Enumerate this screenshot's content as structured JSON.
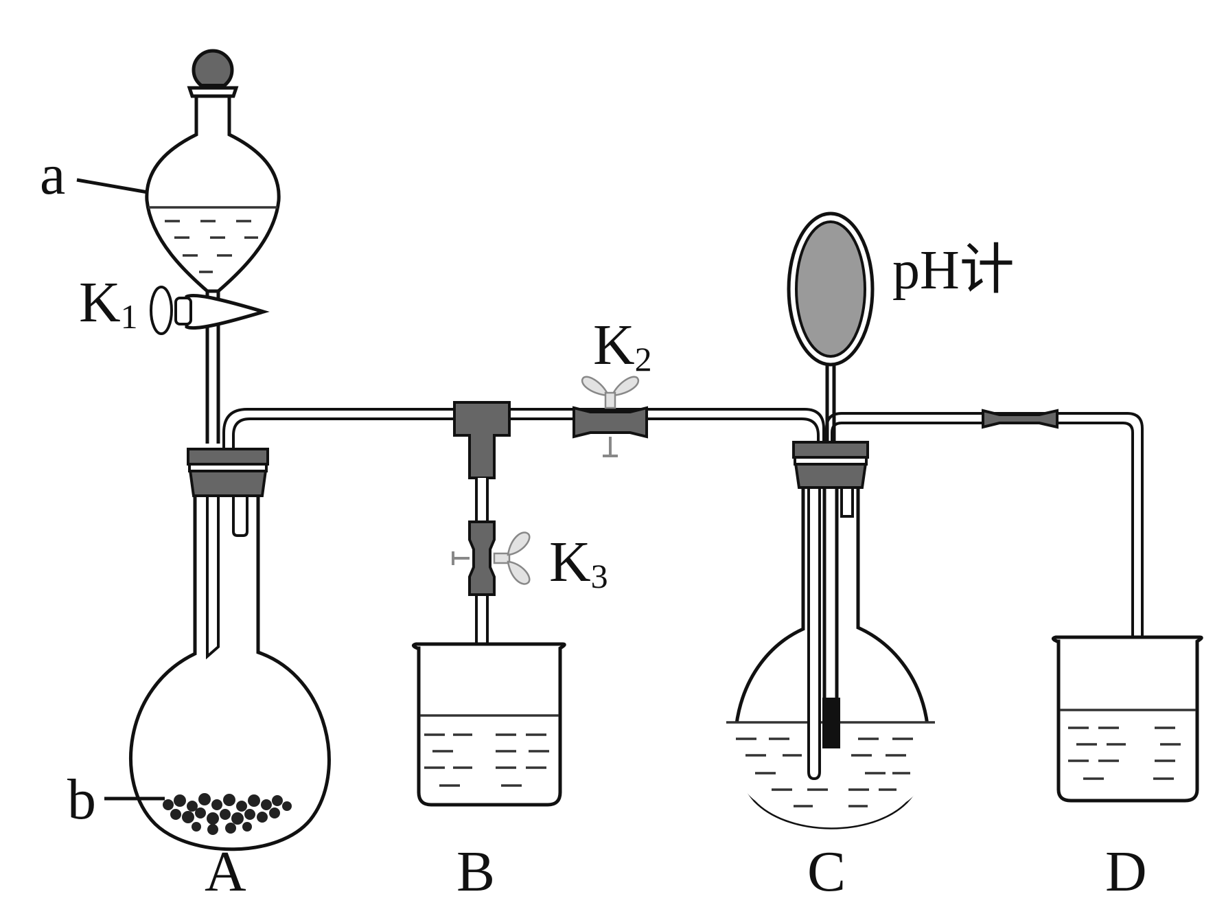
{
  "labels": {
    "a": "a",
    "b": "b",
    "K1": {
      "main": "K",
      "sub": "1"
    },
    "K2": {
      "main": "K",
      "sub": "2"
    },
    "K3": {
      "main": "K",
      "sub": "3"
    },
    "ph_meter": "pH计",
    "A": "A",
    "B": "B",
    "C": "C",
    "D": "D"
  },
  "colors": {
    "outline": "#111111",
    "rubber": "#666666",
    "clip": "#e2e2e2",
    "meter": "#9a9a9a"
  }
}
